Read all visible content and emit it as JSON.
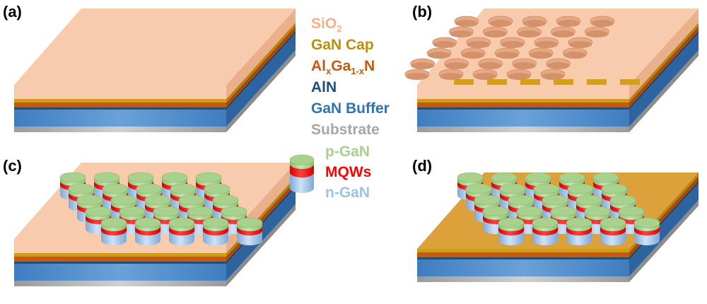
{
  "panels": [
    {
      "label": "(a)"
    },
    {
      "label": "(b)"
    },
    {
      "label": "(c)"
    },
    {
      "label": "(d)"
    }
  ],
  "layer_legend": [
    {
      "name": "SiO",
      "sub": "2",
      "color": "#f2b58d"
    },
    {
      "name": "GaN Cap",
      "color": "#bf8f00"
    },
    {
      "name": "Al",
      "parts": [
        "Al",
        "x",
        "Ga",
        "1-x",
        "N"
      ],
      "color": "#c65911"
    },
    {
      "name": "AlN",
      "color": "#1f4e79"
    },
    {
      "name": "GaN Buffer",
      "color": "#2e75b6"
    },
    {
      "name": "Substrate",
      "color": "#a6a6a6"
    }
  ],
  "nanowire_legend": [
    {
      "name": "p-GaN",
      "color": "#a9d18e"
    },
    {
      "name": "MQWs",
      "color": "#ff0000"
    },
    {
      "name": "n-GaN",
      "color": "#9dc3e6"
    }
  ],
  "colors": {
    "sio2": "#f8cbad",
    "sio2_side": "#ebb38e",
    "gan_cap": "#c9910a",
    "algan": "#c65911",
    "aln": "#1f4e79",
    "gan_buffer": "#4a86c5",
    "substrate": "#b3b3b3",
    "p_gan": "#a9d18e",
    "mqw": "#ff0000",
    "n_gan": "#9dc3e6"
  }
}
